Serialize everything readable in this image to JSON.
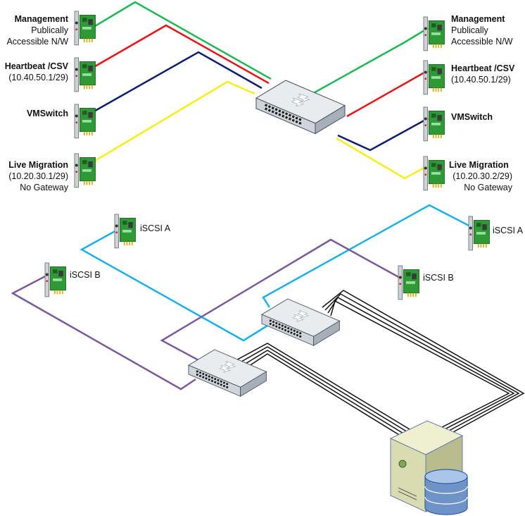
{
  "nics_left": [
    {
      "lines": [
        "Management",
        "Publically",
        "Accessible N/W"
      ]
    },
    {
      "lines": [
        "Heartbeat /CSV",
        "(10.40.50.1/29)"
      ]
    },
    {
      "lines": [
        "VMSwitch"
      ]
    },
    {
      "lines": [
        "Live Migration",
        "(10.20.30.1/29)",
        "No Gateway"
      ]
    }
  ],
  "nics_right": [
    {
      "lines": [
        "Management",
        "Publically",
        "Accessible N/W"
      ]
    },
    {
      "lines": [
        "Heartbeat /CSV",
        "(10.40.50.1/29)"
      ]
    },
    {
      "lines": [
        "VMSwitch"
      ]
    },
    {
      "lines": [
        "Live Migration",
        "(10.20.30.2/29)",
        "No Gateway"
      ]
    }
  ],
  "iscsi": {
    "left_a": "iSCSI A",
    "left_b": "iSCSI B",
    "right_a": "iSCSI A",
    "right_b": "iSCSI B"
  },
  "colors": {
    "management": "#1db954",
    "heartbeat": "#e8141b",
    "vmswitch": "#0d1f6b",
    "live_migration": "#f5ef16",
    "iscsi_a": "#1ab0ea",
    "iscsi_b": "#7b5a9a",
    "storage": "#111111"
  }
}
